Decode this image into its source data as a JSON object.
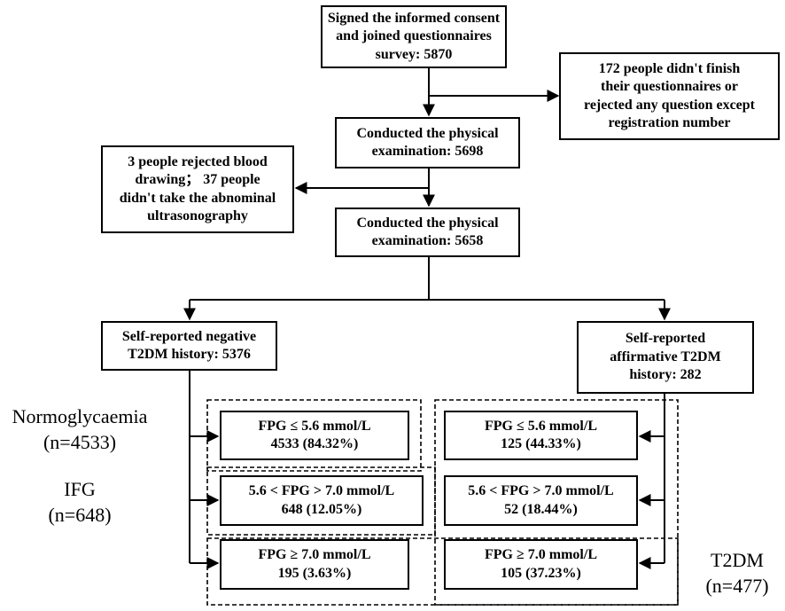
{
  "boxes": {
    "consent": [
      "Signed the informed consent",
      "and joined questionnaires",
      "survey: 5870"
    ],
    "excluded_questionnaire": [
      "172 people didn't finish",
      "their questionnaires or",
      "rejected any question except",
      "registration number"
    ],
    "physical_exam_1": [
      "Conducted the physical",
      "examination: 5698"
    ],
    "excluded_blood": [
      "3 people rejected blood",
      "drawing；  37 people",
      "didn't take the abnominal",
      "ultrasonography"
    ],
    "physical_exam_2": [
      "Conducted the physical",
      "examination: 5658"
    ],
    "negative_history": [
      "Self-reported negative",
      "T2DM history: 5376"
    ],
    "affirmative_history": [
      "Self-reported",
      "affirmative T2DM",
      "history: 282"
    ],
    "neg_normal": [
      "FPG ≤ 5.6 mmol/L",
      "4533 (84.32%)"
    ],
    "neg_ifg": [
      "5.6 < FPG > 7.0 mmol/L",
      "648 (12.05%)"
    ],
    "neg_t2dm": [
      "FPG ≥ 7.0 mmol/L",
      "195 (3.63%)"
    ],
    "aff_normal": [
      "FPG ≤ 5.6 mmol/L",
      "125 (44.33%)"
    ],
    "aff_ifg": [
      "5.6 < FPG > 7.0 mmol/L",
      "52 (18.44%)"
    ],
    "aff_t2dm": [
      "FPG ≥ 7.0 mmol/L",
      "105 (37.23%)"
    ]
  },
  "labels": {
    "normoglycaemia": [
      "Normoglycaemia",
      "(n=4533)"
    ],
    "ifg": [
      "IFG",
      "(n=648)"
    ],
    "t2dm": [
      "T2DM",
      "(n=477)"
    ]
  }
}
